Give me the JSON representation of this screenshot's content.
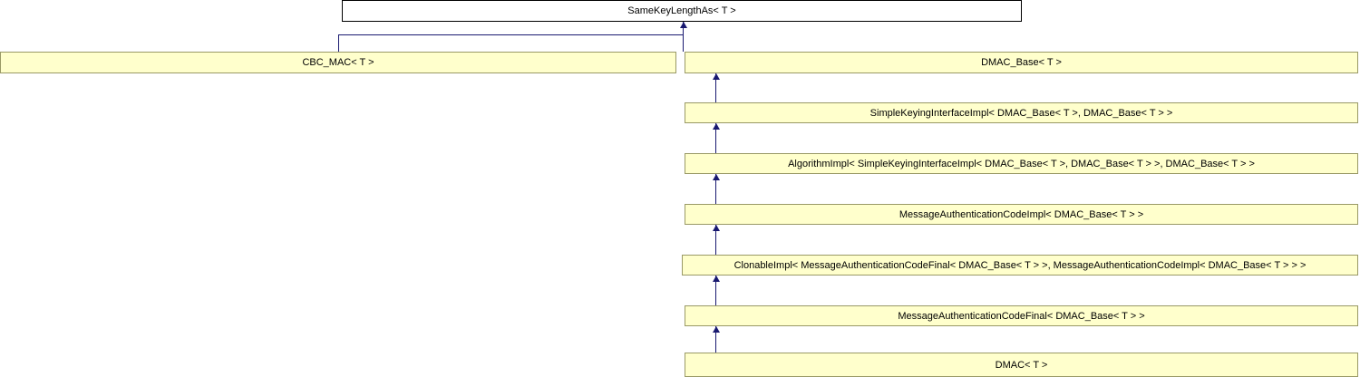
{
  "diagram": {
    "type": "uml-inheritance-graph",
    "colors": {
      "node_fill": "#ffffcc",
      "node_border": "#999966",
      "root_fill": "#ffffff",
      "root_border": "#000000",
      "edge": "#191970",
      "text": "#000000"
    },
    "nodes": {
      "root": {
        "label": "SameKeyLengthAs< T >"
      },
      "cbc_mac": {
        "label": "CBC_MAC< T >"
      },
      "dmac_base": {
        "label": "DMAC_Base< T >"
      },
      "simple_keying": {
        "label": "SimpleKeyingInterfaceImpl< DMAC_Base< T >, DMAC_Base< T > >"
      },
      "algorithm_impl": {
        "label": "AlgorithmImpl< SimpleKeyingInterfaceImpl< DMAC_Base< T >, DMAC_Base< T > >, DMAC_Base< T > >"
      },
      "mac_impl": {
        "label": "MessageAuthenticationCodeImpl< DMAC_Base< T > >"
      },
      "clonable_impl": {
        "label": "ClonableImpl< MessageAuthenticationCodeFinal< DMAC_Base< T > >, MessageAuthenticationCodeImpl< DMAC_Base< T > > >"
      },
      "mac_final": {
        "label": "MessageAuthenticationCodeFinal< DMAC_Base< T > >"
      },
      "dmac": {
        "label": "DMAC< T >"
      }
    }
  }
}
